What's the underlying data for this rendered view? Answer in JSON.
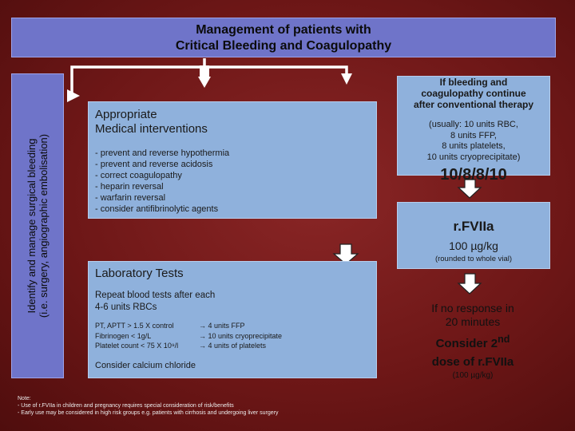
{
  "title": {
    "line1": "Management of patients with",
    "line2": "Critical Bleeding and Coagulopathy"
  },
  "side": {
    "line1": "Identify and manage surgical bleeding",
    "line2": "(i.e. surgery, angiographic embolisation)"
  },
  "medical": {
    "heading_line1": "Appropriate",
    "heading_line2": "Medical interventions",
    "items": [
      "- prevent and reverse hypothermia",
      "- prevent and reverse acidosis",
      "- correct coagulopathy",
      "- heparin reversal",
      "- warfarin reversal",
      "- consider antifibrinolytic agents"
    ]
  },
  "lab": {
    "heading": "Laboratory Tests",
    "repeat_line1": "Repeat blood tests after each",
    "repeat_line2": "4-6 units RBCs",
    "rows": [
      {
        "test": "PT, APTT > 1.5 X control",
        "action": "→ 4 units FFP"
      },
      {
        "test": "Fibrinogen < 1g/L",
        "action": "→ 10 units cryoprecipitate"
      },
      {
        "test": "Platelet count < 75 X 10⁹/l",
        "action": "→ 4 units of platelets"
      }
    ],
    "calcium": "Consider calcium chloride"
  },
  "persist": {
    "line1": "If bleeding and",
    "line2": "coagulopathy continue",
    "line3": "after conventional therapy",
    "usual1": "(usually: 10 units RBC,",
    "usual2": "8 units FFP,",
    "usual3": "8 units platelets,",
    "usual4": "10 units cryoprecipitate)",
    "ratio": "10/8/8/10"
  },
  "rfviia": {
    "name": "r.FVIIa",
    "dose": "100 µg/kg",
    "rounding": "(rounded to whole vial)"
  },
  "no_response": {
    "line1": "If no response in",
    "line2": "20 minutes",
    "consider": "Consider 2",
    "sup": "nd",
    "dose_line": "dose of r.FVIIa",
    "dose_amount": "(100 µg/kg)"
  },
  "notes": {
    "label": "Note:",
    "line1": "- Use of r.FVIIa in children and pregnancy requires special consideration of risk/benefits",
    "line2": "- Early use may be considered in high risk groups e.g. patients with cirrhosis and undergoing liver surgery"
  }
}
